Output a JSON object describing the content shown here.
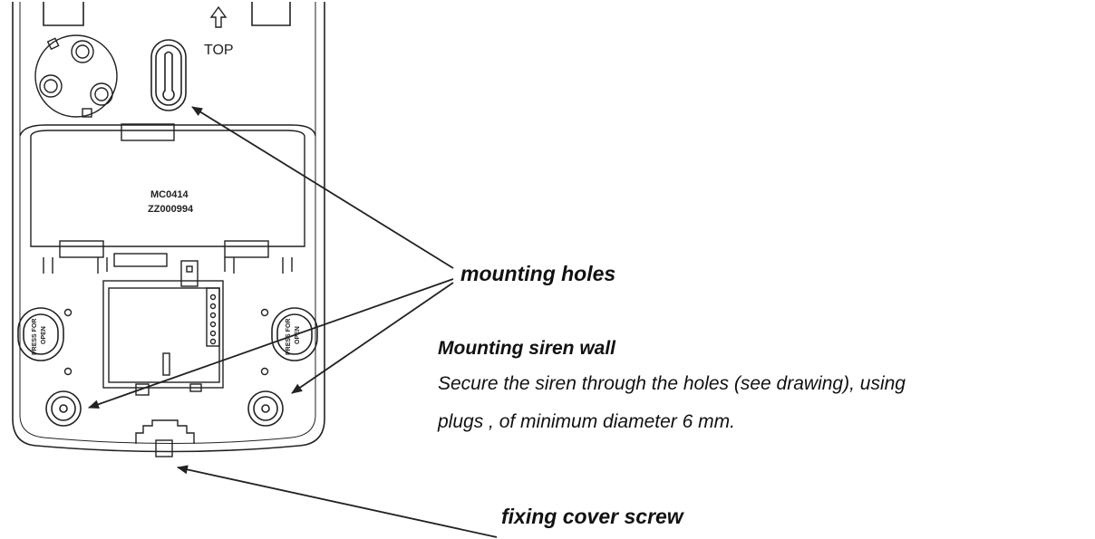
{
  "device": {
    "top_label": "TOP",
    "board_code_1": "MC0414",
    "board_code_2": "ZZ000994",
    "press_for_open_1": "PRESS FOR",
    "press_for_open_2": "OPEN"
  },
  "callouts": {
    "mounting_holes": "mounting holes",
    "siren_title": "Mounting siren wall",
    "siren_line1": "Secure the siren through the holes (see drawing), using",
    "siren_line2": "plugs , of minimum diameter 6 mm.",
    "fixing_cover_screw": "fixing cover screw"
  },
  "colors": {
    "line": "#222222",
    "text": "#111111",
    "background": "#ffffff"
  }
}
